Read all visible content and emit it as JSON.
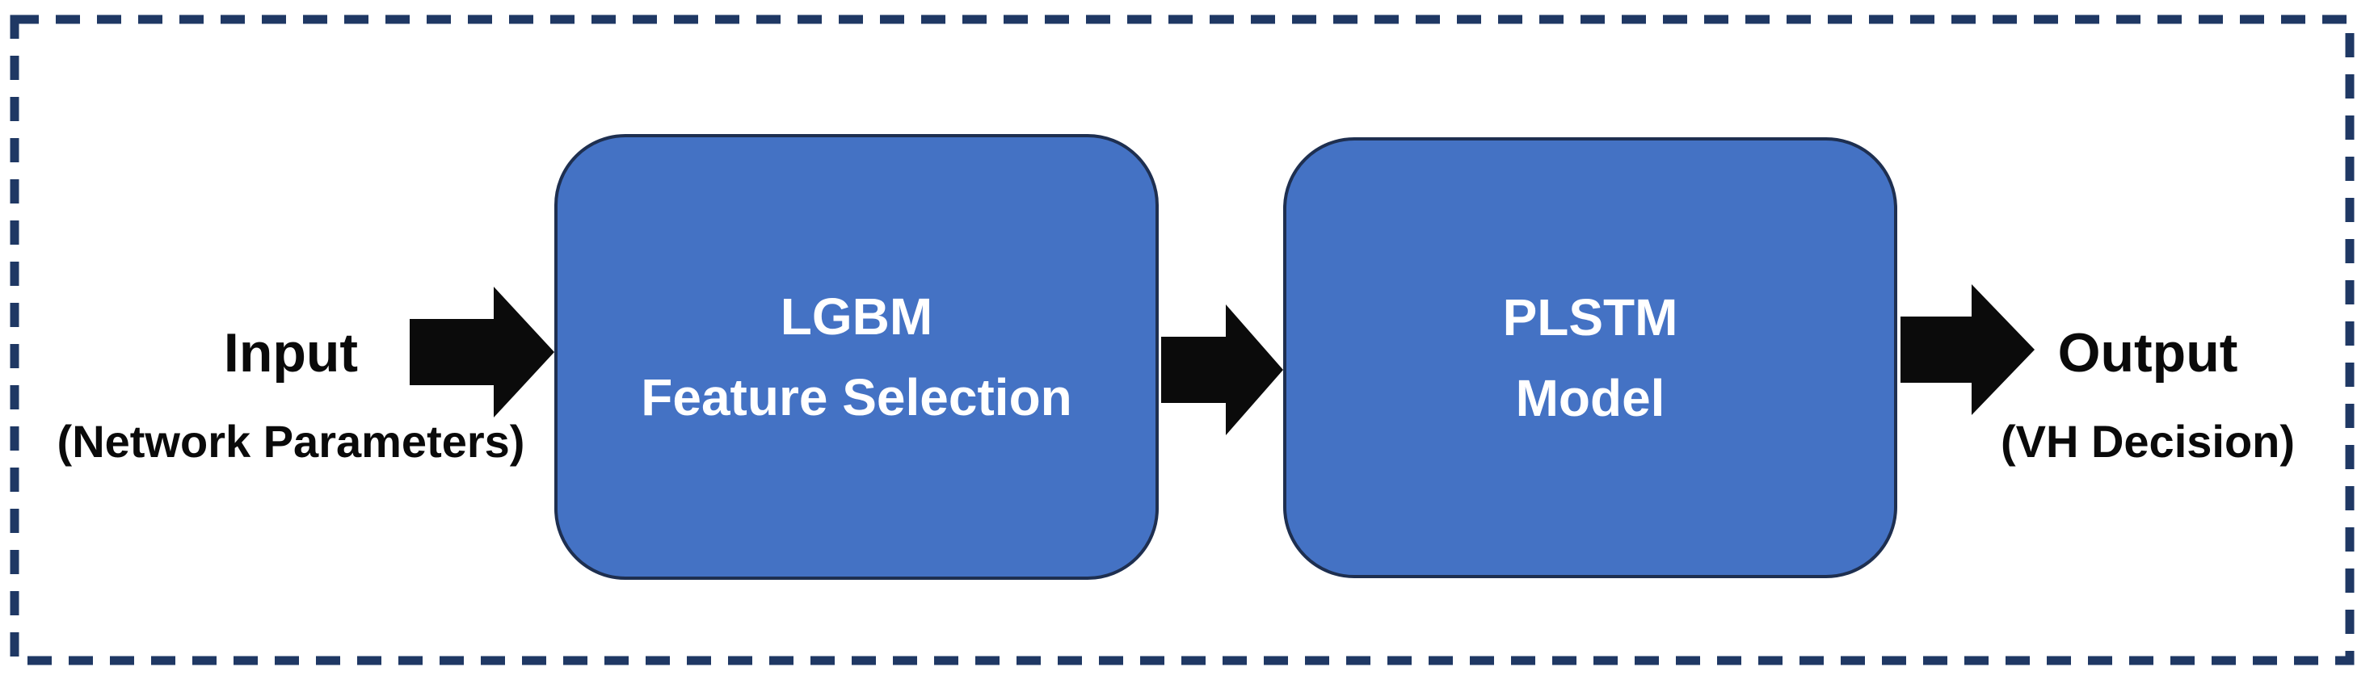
{
  "diagram": {
    "input": {
      "title": "Input",
      "subtitle": "(Network Parameters)"
    },
    "boxes": [
      {
        "line1": "LGBM",
        "line2": "Feature Selection"
      },
      {
        "line1": "PLSTM",
        "line2": "Model"
      }
    ],
    "output": {
      "title": "Output",
      "subtitle": "(VH Decision)"
    },
    "icons": {
      "arrow_1": "right-arrow-icon",
      "arrow_2": "right-arrow-icon",
      "arrow_3": "right-arrow-icon"
    },
    "colors": {
      "box_fill": "#4472C4",
      "box_border": "#1E2F50",
      "dashed_border": "#1F3864",
      "arrow": "#0B0B0B",
      "box_text": "#FFFFFF",
      "label_text": "#0A0A0A",
      "background": "#FFFFFF"
    }
  }
}
